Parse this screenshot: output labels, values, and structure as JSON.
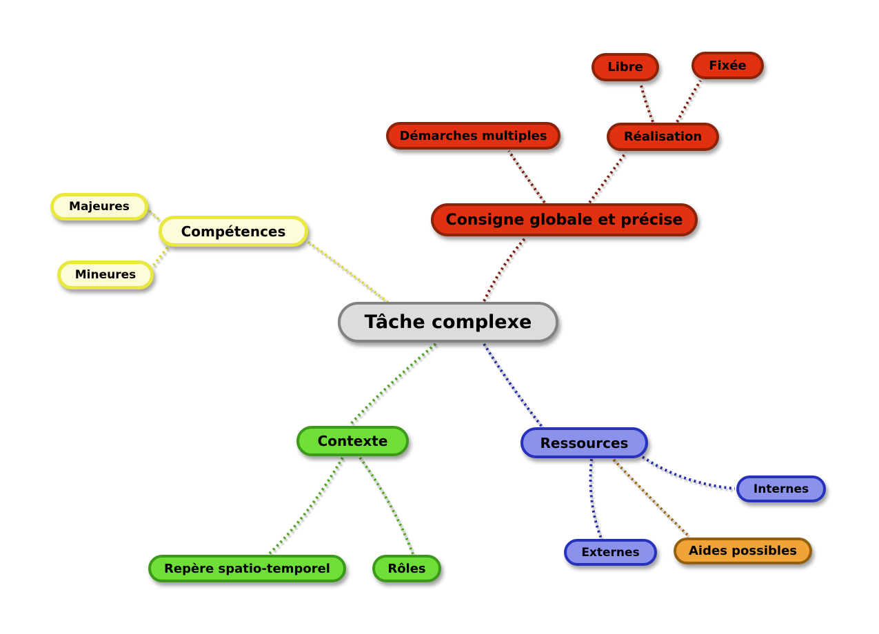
{
  "palette": {
    "background": "#ffffff",
    "text": "#000000",
    "root_fill": "#dcdcdc",
    "root_border": "#828282",
    "red_fill": "#e13110",
    "red_border": "#8b2309",
    "red_line": "#7b2412",
    "yellow_fill": "#fcfcd9",
    "yellow_border": "#e8e83e",
    "yellow_line": "#d9d932",
    "green_fill": "#70de38",
    "green_border": "#3c9a1a",
    "green_line": "#54a629",
    "blue_fill": "#8a92ec",
    "blue_border": "#2632bd",
    "blue_line": "#2a2fa8",
    "orange_fill": "#f0a336",
    "orange_border": "#92600f",
    "orange_line": "#9c6a14"
  },
  "mindmap": {
    "root": {
      "label": "Tâche complexe",
      "color": "gray"
    },
    "branches": [
      {
        "label": "Compétences",
        "color": "yellow",
        "children": [
          {
            "label": "Majeures",
            "color": "yellow"
          },
          {
            "label": "Mineures",
            "color": "yellow"
          }
        ]
      },
      {
        "label": "Consigne globale et précise",
        "color": "red",
        "children": [
          {
            "label": "Démarches multiples",
            "color": "red"
          },
          {
            "label": "Réalisation",
            "color": "red",
            "children": [
              {
                "label": "Libre",
                "color": "red"
              },
              {
                "label": "Fixée",
                "color": "red"
              }
            ]
          }
        ]
      },
      {
        "label": "Contexte",
        "color": "green",
        "children": [
          {
            "label": "Repère spatio-temporel",
            "color": "green"
          },
          {
            "label": "Rôles",
            "color": "green"
          }
        ]
      },
      {
        "label": "Ressources",
        "color": "blue",
        "children": [
          {
            "label": "Internes",
            "color": "blue"
          },
          {
            "label": "Externes",
            "color": "blue"
          },
          {
            "label": "Aides possibles",
            "color": "orange"
          }
        ]
      }
    ],
    "edges": [
      {
        "from": "Tâche complexe",
        "to": "Compétences",
        "line_color": "#d9d932"
      },
      {
        "from": "Compétences",
        "to": "Majeures",
        "line_color": "#d9d932"
      },
      {
        "from": "Compétences",
        "to": "Mineures",
        "line_color": "#d9d932"
      },
      {
        "from": "Tâche complexe",
        "to": "Consigne globale et précise",
        "line_color": "#7b2412"
      },
      {
        "from": "Consigne globale et précise",
        "to": "Démarches multiples",
        "line_color": "#7b2412"
      },
      {
        "from": "Consigne globale et précise",
        "to": "Réalisation",
        "line_color": "#7b2412"
      },
      {
        "from": "Réalisation",
        "to": "Libre",
        "line_color": "#7b2412"
      },
      {
        "from": "Réalisation",
        "to": "Fixée",
        "line_color": "#7b2412"
      },
      {
        "from": "Tâche complexe",
        "to": "Contexte",
        "line_color": "#54a629"
      },
      {
        "from": "Contexte",
        "to": "Repère spatio-temporel",
        "line_color": "#54a629"
      },
      {
        "from": "Contexte",
        "to": "Rôles",
        "line_color": "#54a629"
      },
      {
        "from": "Tâche complexe",
        "to": "Ressources",
        "line_color": "#2a2fa8"
      },
      {
        "from": "Ressources",
        "to": "Internes",
        "line_color": "#2a2fa8"
      },
      {
        "from": "Ressources",
        "to": "Externes",
        "line_color": "#2a2fa8"
      },
      {
        "from": "Ressources",
        "to": "Aides possibles",
        "line_color": "#9c6a14"
      }
    ]
  }
}
